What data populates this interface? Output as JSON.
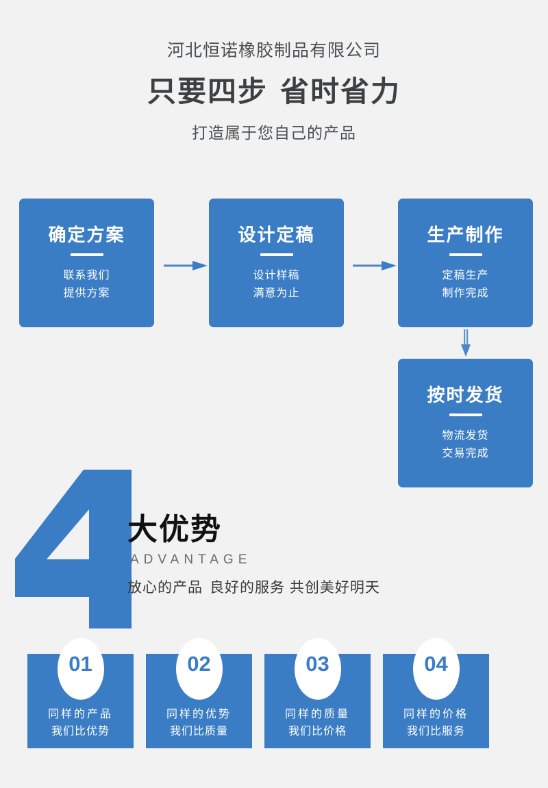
{
  "header": {
    "company_name": "河北恒诺橡胶制品有限公司",
    "headline_part1": "只要四步",
    "headline_part2": "省时省力",
    "subline": "打造属于您自己的产品"
  },
  "colors": {
    "brand_blue": "#3b7dc4",
    "background": "#f2f2f2",
    "headline_text": "#3c4043",
    "white": "#ffffff"
  },
  "process": {
    "steps": [
      {
        "title": "确定方案",
        "sub_line1": "联系我们",
        "sub_line2": "提供方案"
      },
      {
        "title": "设计定稿",
        "sub_line1": "设计样稿",
        "sub_line2": "满意为止"
      },
      {
        "title": "生产制作",
        "sub_line1": "定稿生产",
        "sub_line2": "制作完成"
      },
      {
        "title": "按时发货",
        "sub_line1": "物流发货",
        "sub_line2": "交易完成"
      }
    ],
    "arrows": [
      "arrow-right-step1-to-step2",
      "arrow-right-step2-to-step3",
      "arrow-down-step3-to-step4"
    ]
  },
  "advantage": {
    "big_number": "4",
    "title_cn": "大优势",
    "title_en": "ADVANTAGE",
    "tagline_part1": "放心的产品",
    "tagline_part2": "良好的服务 共创美好明天",
    "cards": [
      {
        "number": "01",
        "line1": "同样的产品",
        "line2": "我们比优势"
      },
      {
        "number": "02",
        "line1": "同样的优势",
        "line2": "我们比质量"
      },
      {
        "number": "03",
        "line1": "同样的质量",
        "line2": "我们比价格"
      },
      {
        "number": "04",
        "line1": "同样的价格",
        "line2": "我们比服务"
      }
    ]
  }
}
